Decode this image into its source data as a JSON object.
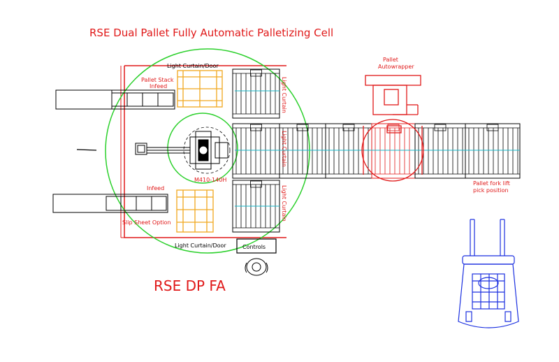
{
  "title": "RSE Dual Pallet Fully Automatic Palletizing Cell",
  "big_label": "RSE DP FA",
  "labels": {
    "light_curtain_door_top": "Light Curtain/Door",
    "light_curtain_door_bottom": "Light Curtain/Door",
    "pallet_stack_infeed_1": "Pallet Stack",
    "pallet_stack_infeed_2": "Infeed",
    "light_curtain_1": "Light Curtain",
    "light_curtain_2": "Light Curtain",
    "light_curtain_3": "Light Curtain",
    "robot_model": "M410-140H",
    "infeed": "Infeed",
    "slip_sheet_option": "Slip Sheet Option",
    "controls": "Controls",
    "pallet_autowrapper_1": "Pallet",
    "pallet_autowrapper_2": "Autowrapper",
    "forklift_pick_1": "Pallet fork lift",
    "forklift_pick_2": "pick position"
  },
  "colors": {
    "annotation": "#e01818",
    "equipment": "#000000",
    "safety_zone": "#2bd02b",
    "pallet": "#f0a81e",
    "centerline": "#19b9c9",
    "forklift": "#1a2fe0",
    "wrapper_zone": "#e01818"
  }
}
